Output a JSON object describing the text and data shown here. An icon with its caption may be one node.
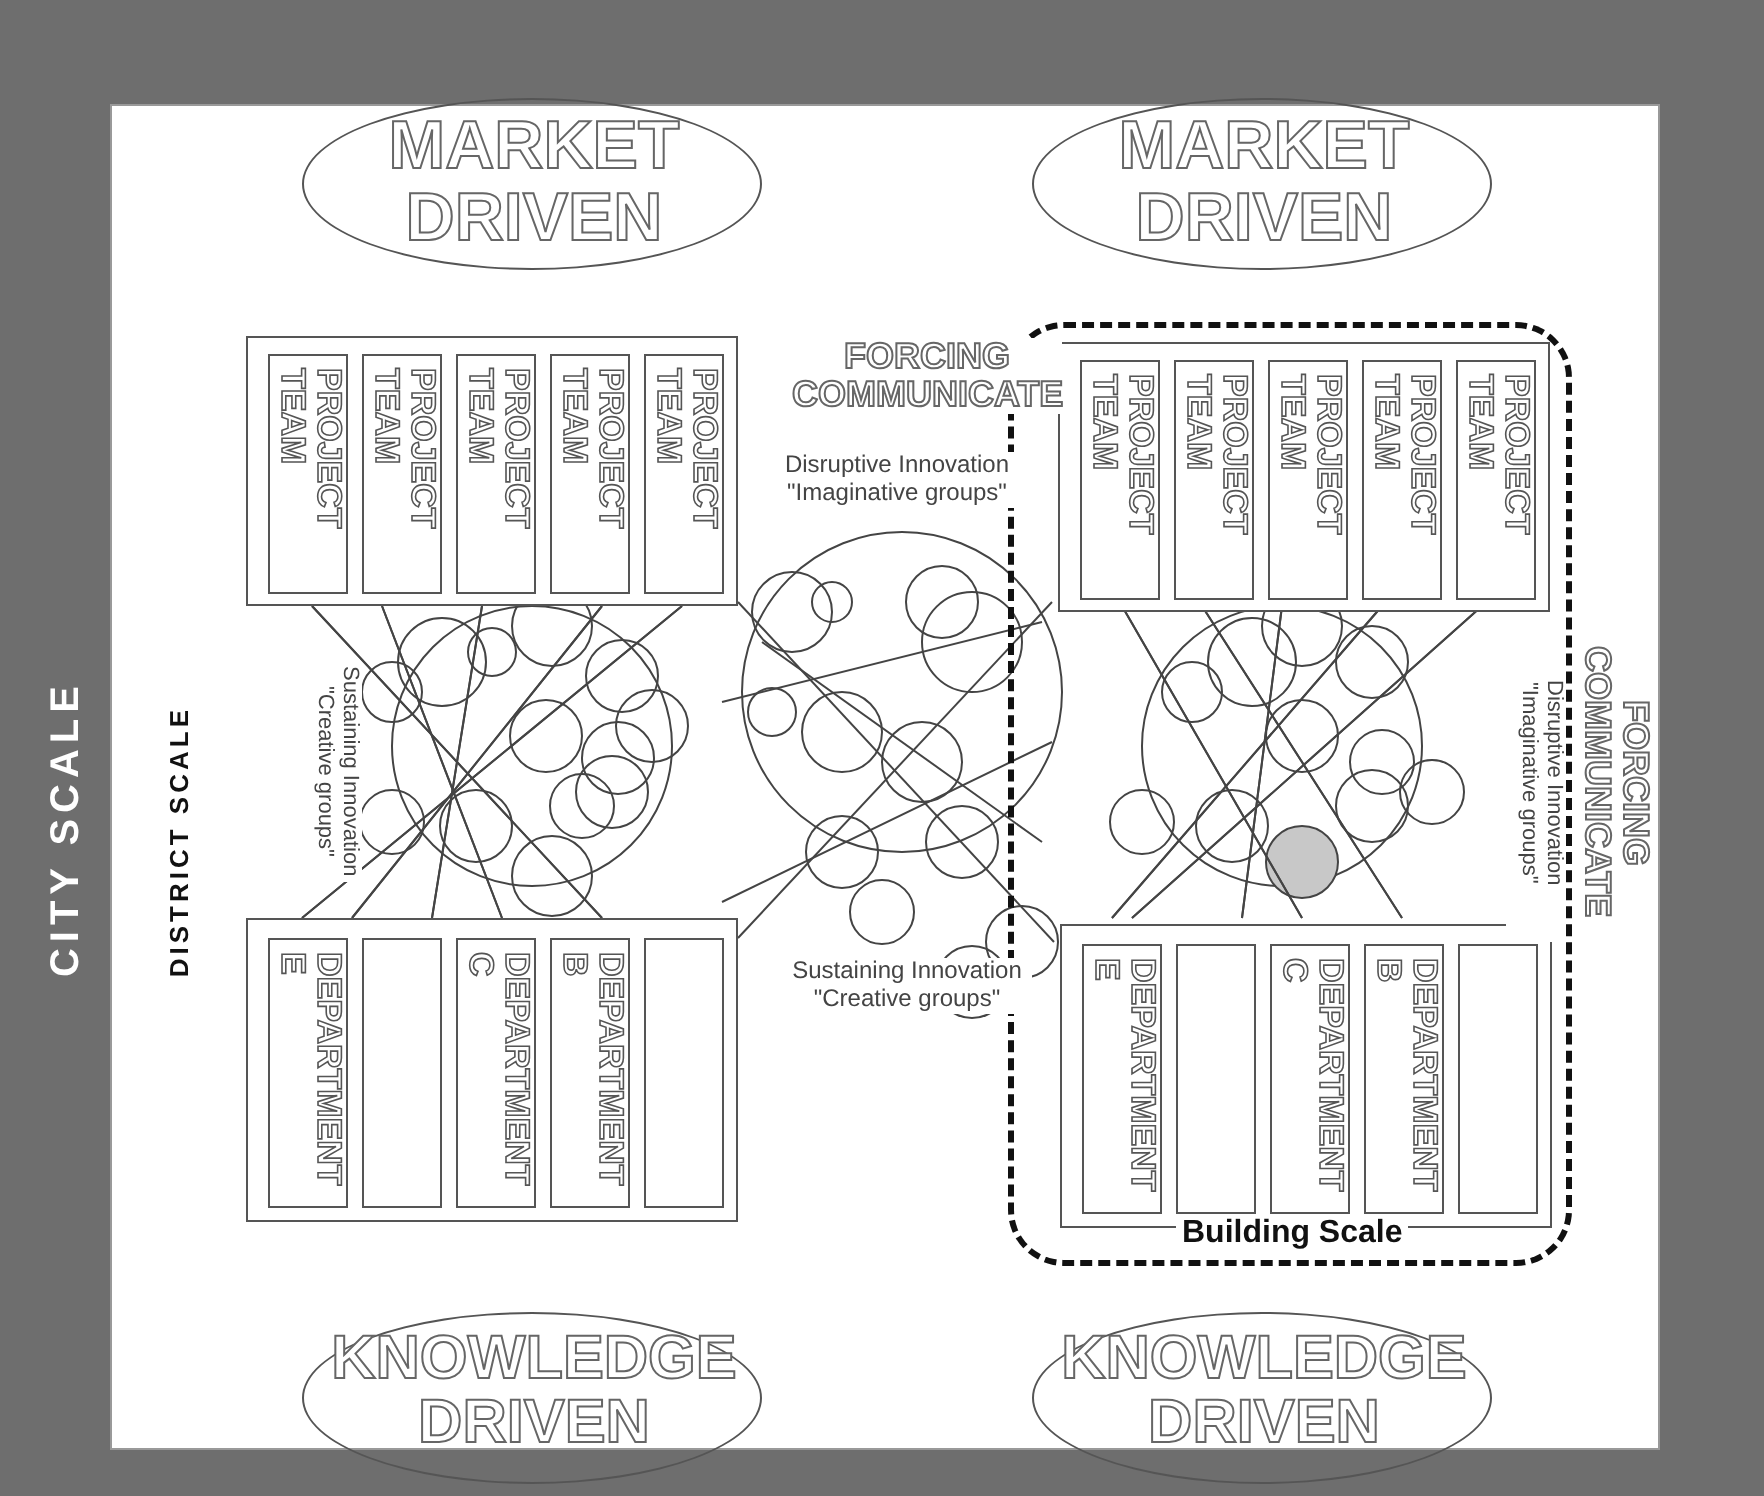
{
  "diagram": {
    "nodes": [
      {
        "text": [
          "CITY SCALE"
        ]
      },
      {
        "text": [
          "DISTRICT SCALE"
        ],
        "in": 0
      },
      {
        "text": [
          "MARKET DRIVEN"
        ],
        "in": 1
      },
      {
        "text": [
          "MARKET DRIVEN"
        ],
        "in": 1
      },
      {
        "text": [],
        "shape": "box",
        "in": 1
      },
      {
        "text": [
          "PROJECT TEAM"
        ],
        "in": 4
      },
      {
        "text": [
          "PROJECT TEAM"
        ],
        "in": 4
      },
      {
        "text": [
          "PROJECT TEAM"
        ],
        "in": 4
      },
      {
        "text": [
          "PROJECT TEAM"
        ],
        "in": 4
      },
      {
        "text": [
          "PROJECT TEAM"
        ],
        "in": 4
      },
      {
        "text": [
          "Building Scale"
        ],
        "in": 1
      },
      {
        "text": [],
        "shape": "box",
        "in": 10
      },
      {
        "text": [
          "PROJECT TEAM"
        ],
        "in": 11
      },
      {
        "text": [
          "PROJECT TEAM"
        ],
        "in": 11
      },
      {
        "text": [
          "PROJECT TEAM"
        ],
        "in": 11
      },
      {
        "text": [
          "PROJECT TEAM"
        ],
        "in": 11
      },
      {
        "text": [
          "PROJECT TEAM"
        ],
        "in": 11
      },
      {
        "text": [],
        "shape": "box",
        "in": 1
      },
      {
        "text": [
          "DEPARTMENT E"
        ],
        "in": 17
      },
      {
        "text": [],
        "shape": "box",
        "in": 17
      },
      {
        "text": [
          "DEPARTMENT C"
        ],
        "in": 17
      },
      {
        "text": [
          "DEPARTMENT B"
        ],
        "in": 17
      },
      {
        "text": [],
        "shape": "box",
        "in": 17
      },
      {
        "text": [],
        "shape": "box",
        "in": 10
      },
      {
        "text": [
          "DEPARTMENT E"
        ],
        "in": 23
      },
      {
        "text": [],
        "shape": "box",
        "in": 23
      },
      {
        "text": [
          "DEPARTMENT C"
        ],
        "in": 23
      },
      {
        "text": [
          "DEPARTMENT B"
        ],
        "in": 23
      },
      {
        "text": [],
        "shape": "box",
        "in": 23
      },
      {
        "text": [
          "KNOWLEDGE DRIVEN"
        ],
        "in": 1
      },
      {
        "text": [
          "KNOWLEDGE DRIVEN"
        ],
        "in": 1
      }
    ],
    "edges": [
      {
        "from": 4,
        "to": 17,
        "arrow": "none"
      },
      {
        "from": 4,
        "to": 17,
        "arrow": "none"
      },
      {
        "from": 4,
        "to": 17,
        "arrow": "none"
      },
      {
        "from": 4,
        "to": 17,
        "arrow": "none"
      },
      {
        "from": 4,
        "to": 17,
        "arrow": "none"
      },
      {
        "from": 11,
        "to": 23,
        "arrow": "none"
      },
      {
        "from": 11,
        "to": 23,
        "arrow": "none"
      },
      {
        "from": 11,
        "to": 23,
        "arrow": "none"
      },
      {
        "from": 11,
        "to": 23,
        "arrow": "none"
      },
      {
        "from": 11,
        "to": 23,
        "arrow": "none"
      },
      {
        "from": 4,
        "to": 23,
        "arrow": "none"
      },
      {
        "from": 17,
        "to": 11,
        "arrow": "none"
      }
    ],
    "labels": [
      "FORCING COMMUNICATE",
      "Disruptive Innovation \"Imaginative groups\"",
      "Sustaining Innovation \"Creative groups\"",
      "FORCING COMMUNICATE",
      "Disruptive Innovation \"Imaginative groups\"",
      "Sustaining Innovation \"Creative groups\""
    ]
  }
}
